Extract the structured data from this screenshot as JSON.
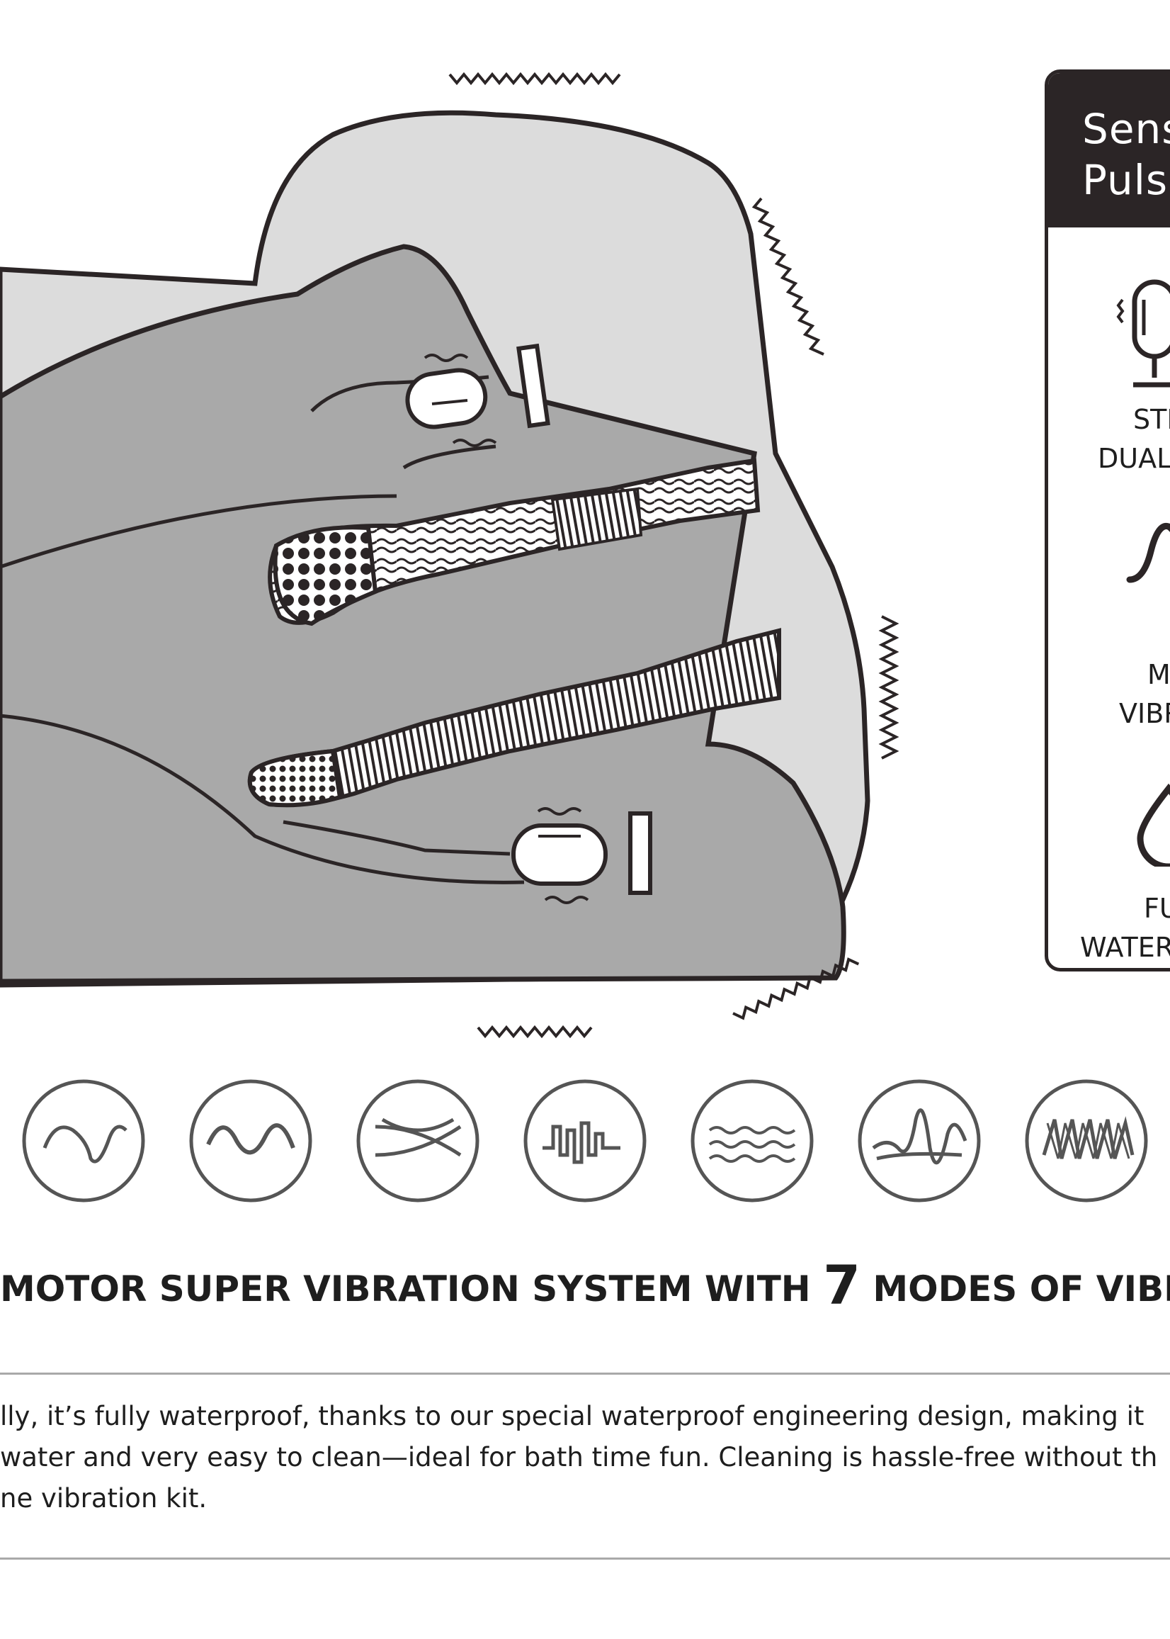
{
  "feature_panel": {
    "title_lines": [
      "Sens",
      "Puls"
    ],
    "features": [
      {
        "icon": "bullet-vibrator-icon",
        "label_lines": [
          "STI",
          "DUAL"
        ]
      },
      {
        "icon": "wave-icon",
        "label_lines": [
          "M",
          "VIBR"
        ]
      },
      {
        "icon": "water-drop-icon",
        "label_lines": [
          "FU",
          "WATER"
        ]
      }
    ]
  },
  "vibration_modes": [
    {
      "icon": "mode-1-wave-icon"
    },
    {
      "icon": "mode-2-wave-icon"
    },
    {
      "icon": "mode-3-crossing-wave-icon"
    },
    {
      "icon": "mode-4-pulse-icon"
    },
    {
      "icon": "mode-5-ripple-icon"
    },
    {
      "icon": "mode-6-escalating-wave-icon"
    },
    {
      "icon": "mode-7-zigzag-icon"
    }
  ],
  "headline": {
    "before": "MOTOR SUPER VIBRATION SYSTEM WITH ",
    "number": "7",
    "after": " MODES OF VIBRA"
  },
  "description_lines": [
    "lly, it’s fully waterproof, thanks to our special waterproof engineering design, making it",
    "water and very easy to clean—ideal for bath time fun. Cleaning is hassle-free without th",
    "ne vibration kit."
  ],
  "colors": {
    "ink": "#2b2526",
    "body_grey": "#a9a9a9",
    "back_grey": "#dcdcdc",
    "rule_grey": "#a9a9a9"
  }
}
